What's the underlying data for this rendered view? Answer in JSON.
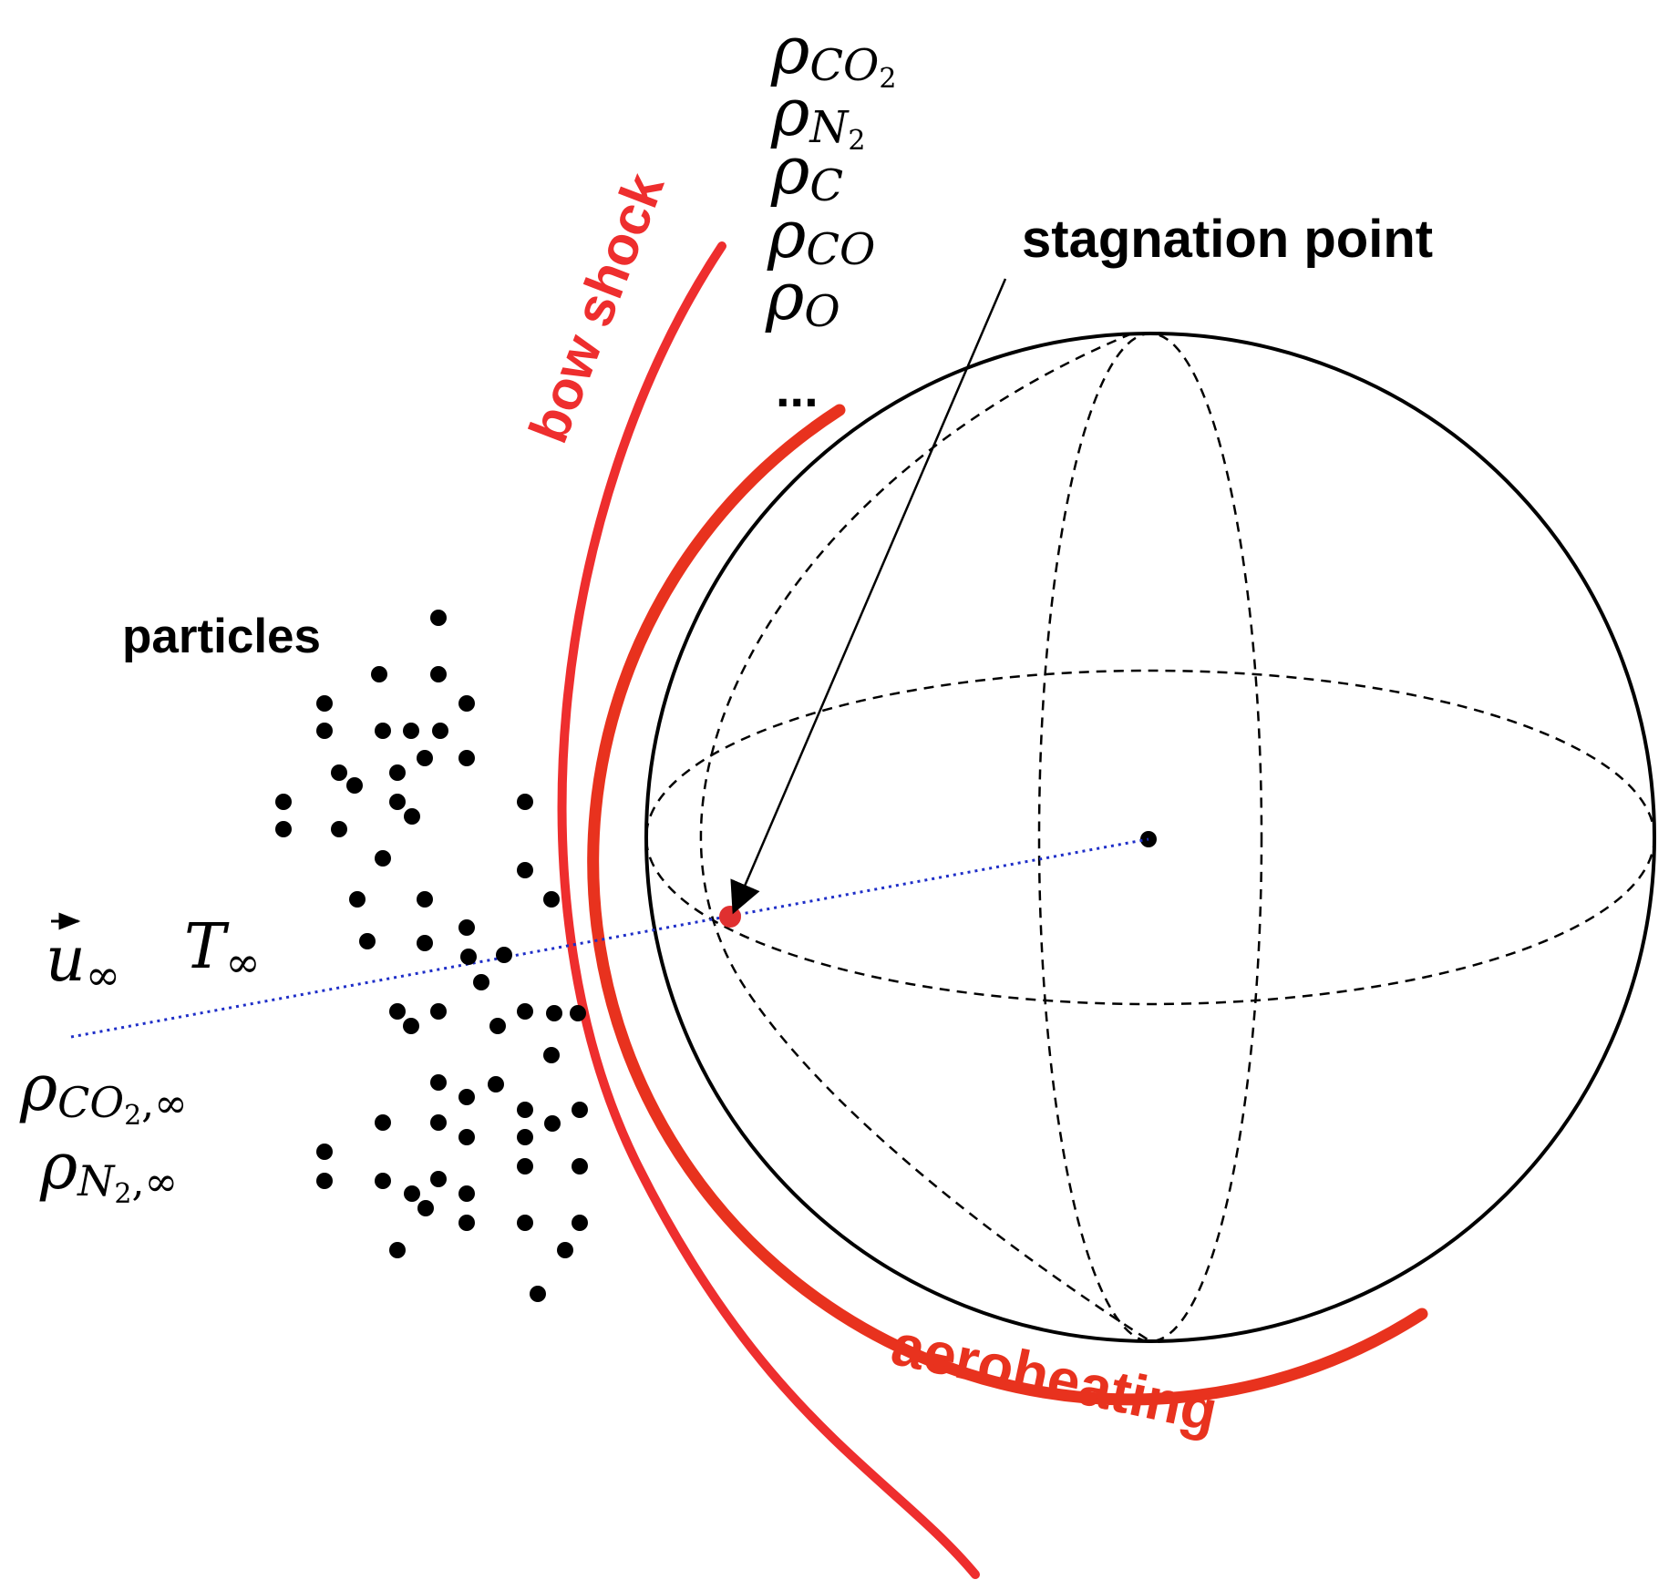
{
  "colors": {
    "shock": "#ee2e2e",
    "heating": "#e8321e",
    "flow_line": "#1f2fc8",
    "stagnation_marker": "#e03030",
    "ink": "#000000"
  },
  "labels": {
    "bow_shock": "bow shock",
    "stagnation_point": "stagnation point",
    "particles": "particles",
    "aeroheating": "aeroheating",
    "ellipsis": "..."
  },
  "species": [
    {
      "symbol": "ρ",
      "sub": "CO",
      "sub2": "2"
    },
    {
      "symbol": "ρ",
      "sub": "N",
      "sub2": "2"
    },
    {
      "symbol": "ρ",
      "sub": "C",
      "sub2": ""
    },
    {
      "symbol": "ρ",
      "sub": "CO",
      "sub2": ""
    },
    {
      "symbol": "ρ",
      "sub": "O",
      "sub2": ""
    }
  ],
  "freestream": {
    "velocity_symbol": "u",
    "velocity_sub": "∞",
    "temperature_symbol": "T",
    "temperature_sub": "∞",
    "density_co2_symbol": "ρ",
    "density_co2_sub": "CO",
    "density_co2_sub2": "2",
    "density_co2_sub3": ",∞",
    "density_n2_symbol": "ρ",
    "density_n2_sub": "N",
    "density_n2_sub2": "2",
    "density_n2_sub3": ",∞"
  },
  "icons": {
    "sphere": "wireframe-sphere",
    "particle": "dot",
    "arrow": "pointer-arrow"
  }
}
